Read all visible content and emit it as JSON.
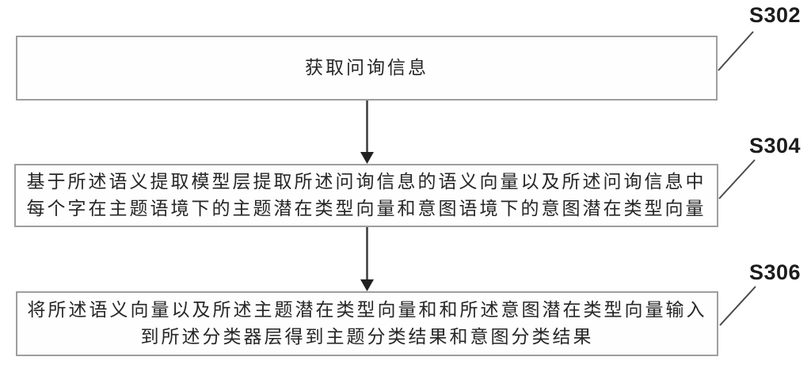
{
  "figure": {
    "type": "flowchart",
    "steps": [
      {
        "label": "S302",
        "lines": [
          "获取问询信息"
        ]
      },
      {
        "label": "S304",
        "lines": [
          "基于所述语义提取模型层提取所述问询信息的语义向量以及所述问询信息中",
          "每个字在主题语境下的主题潜在类型向量和意图语境下的意图潜在类型向量"
        ]
      },
      {
        "label": "S306",
        "lines": [
          "将所述语义向量以及所述主题潜在类型向量和和所述意图潜在类型向量输入",
          "到所述分类器层得到主题分类结果和意图分类结果"
        ]
      }
    ],
    "connectors": {
      "arrow_style": "down-arrow",
      "leader_style": "diagonal-line"
    },
    "colors": {
      "background": "#ffffff",
      "box_border": "#9e9e9e",
      "box_text": "#262626",
      "arrow_stem": "#3c3c3c",
      "arrow_head": "#222222",
      "leader_line": "#4a4a4a",
      "label_text": "#1c1c1c"
    }
  }
}
